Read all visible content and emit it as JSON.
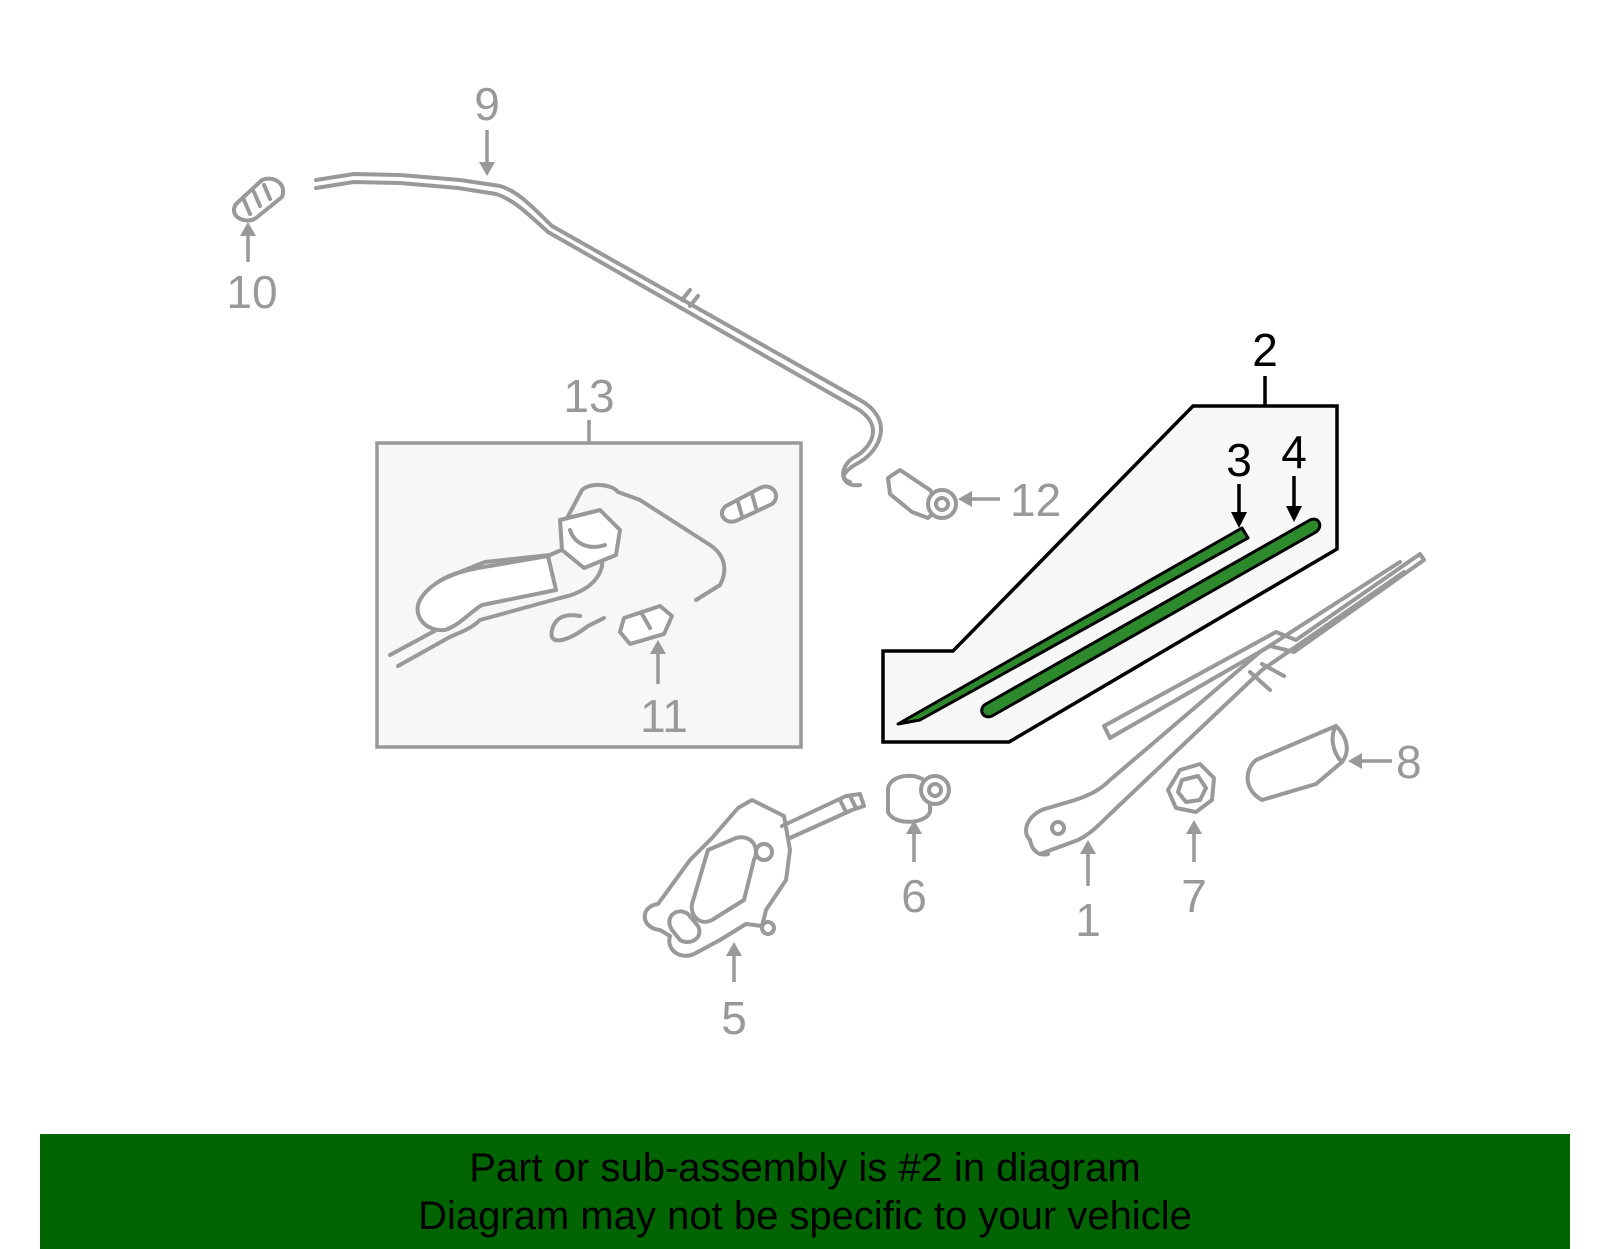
{
  "callouts": {
    "c1": "1",
    "c2": "2",
    "c3": "3",
    "c4": "4",
    "c5": "5",
    "c6": "6",
    "c7": "7",
    "c8": "8",
    "c9": "9",
    "c10": "10",
    "c11": "11",
    "c12": "12",
    "c13": "13"
  },
  "banner": {
    "line1": "Part or sub-assembly is #2 in diagram",
    "line2": "Diagram may not be specific to your vehicle"
  },
  "colors": {
    "banner_bg": "#006400",
    "highlight_green": "#2c8a2c",
    "line_grey": "#999999"
  }
}
